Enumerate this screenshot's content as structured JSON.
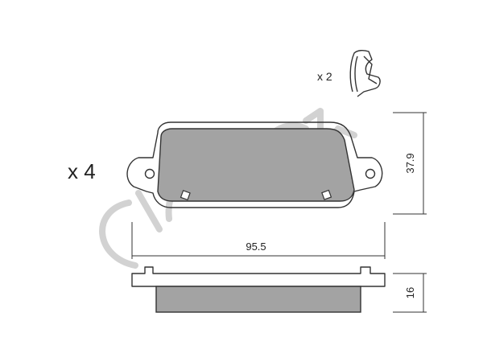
{
  "quantities": {
    "pads": "x 4",
    "clips": "x 2"
  },
  "dimensions": {
    "width": "95.5",
    "height": "37.9",
    "thickness": "16"
  },
  "colors": {
    "friction": "#a3a3a3",
    "outline": "#333333",
    "watermark": "#d2d2d2"
  },
  "icons": {
    "watermark": "cifam-logo",
    "clip": "spring-clip-icon"
  }
}
